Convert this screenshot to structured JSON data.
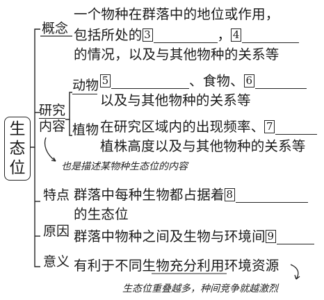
{
  "root": [
    "生",
    "态",
    "位"
  ],
  "concept": {
    "label": "概念",
    "line1": "一个物种在群落中的地位或作用，",
    "line2_pre": "包括所处的",
    "blank3": "3",
    "sep": "，",
    "blank4": "4",
    "line3": "的情况，以及与其他物种的关系等"
  },
  "research": {
    "label": "研究内容",
    "label_a": "研究",
    "label_b": "内容",
    "animal_label": "动物",
    "blank5": "5",
    "animal_mid": "、食物、",
    "blank6": "6",
    "animal_line2": "以及与其他物种的关系等",
    "plant_label": "植物",
    "plant_line1": "在研究区域内的出现频率、",
    "blank7": "7",
    "plant_line2": "植株高度以及与其他物种的关系等",
    "note": "也是描述某物种生态位的内容"
  },
  "feature": {
    "label": "特点",
    "text_pre": "群落中每种生物都占据着",
    "blank8": "8",
    "text_line2": "的生态位"
  },
  "cause": {
    "label": "原因",
    "text_pre": "群落中物种之间及生物与环境间",
    "blank9": "9"
  },
  "significance": {
    "label": "意义",
    "text": "有利于不同生物充分利用环境资源",
    "note": "生态位重叠越多，种间竞争就越激烈"
  }
}
